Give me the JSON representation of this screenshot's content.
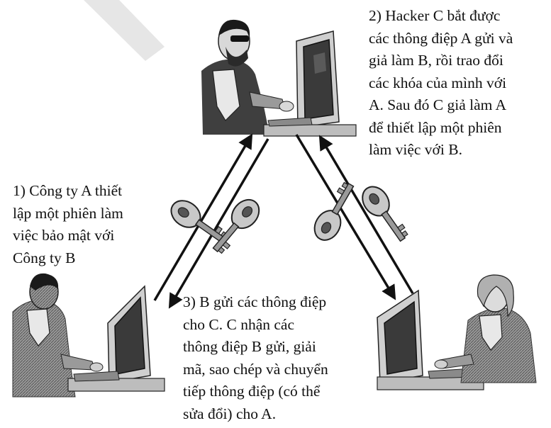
{
  "captions": {
    "hacker": [
      "2) Hacker C bắt được",
      "các thông điệp A gửi và",
      "giả làm B, rồi trao đổi",
      "các khóa của mình với",
      "A. Sau đó C giả làm A",
      "để thiết lập một phiên",
      "làm việc với B."
    ],
    "company_a": [
      "1) Công ty A thiết",
      "lập một phiên làm",
      "việc bảo mật với",
      "Công ty B"
    ],
    "company_b": [
      "3) B gửi các thông điệp",
      "cho C. C nhận các",
      "thông điệp B gửi, giải",
      "mã, sao chép và chuyển",
      "tiếp thông điệp (có thể",
      "sửa đổi) cho A."
    ]
  },
  "actors": [
    "hacker",
    "company-a-user",
    "company-b-user"
  ],
  "icons": [
    "computer-icon",
    "key-icon",
    "arrow-icon"
  ],
  "colors": {
    "ink": "#111111",
    "gray_dark": "#3a3a3a",
    "gray_mid": "#7a7a7a",
    "gray_light": "#bdbdbd",
    "watermark": "#e6e6e6"
  }
}
